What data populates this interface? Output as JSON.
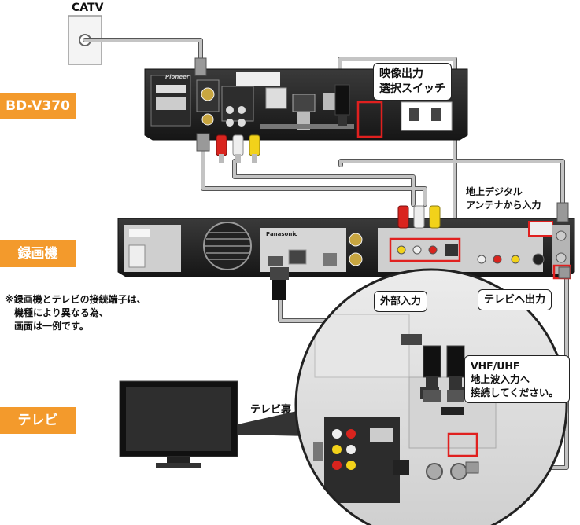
{
  "labels": {
    "catv": "CATV",
    "bd_player": "BD-V370",
    "recorder": "録画機",
    "tv": "テレビ",
    "tv_back": "テレビ裏",
    "video_switch_line1": "映像出力",
    "video_switch_line2": "選択スイッチ",
    "terrestrial_in_line1": "地上デジタル",
    "terrestrial_in_line2": "アンテナから入力",
    "external_input": "外部入力",
    "tv_output": "テレビへ出力",
    "vhf_line1": "VHF/UHF",
    "vhf_line2": "地上波入力へ",
    "vhf_line3": "接続してください。",
    "note_line1": "※録画機とテレビの接続端子は、",
    "note_line2": "機種により異なる為、",
    "note_line3": "画面は一例です。"
  },
  "device_brands": {
    "bd_brand": "Pioneer",
    "recorder_brand": "Panasonic"
  },
  "colors": {
    "tag_orange": "#f39a2c",
    "highlight_red": "#e0201f",
    "cable_gray": "#b9b9b9",
    "rca_red": "#d9241e",
    "rca_white": "#eeeeee",
    "rca_yellow": "#f2d21a"
  }
}
